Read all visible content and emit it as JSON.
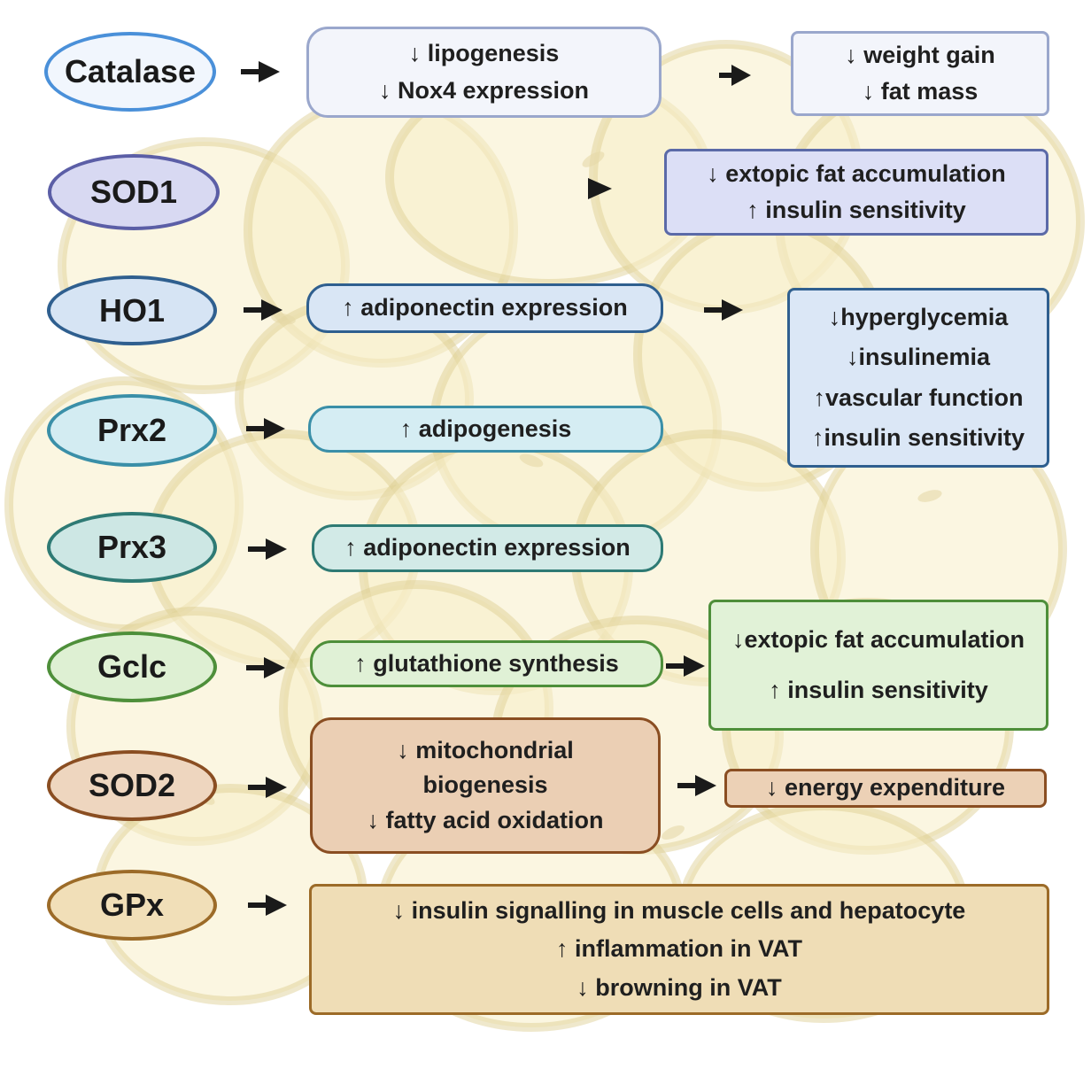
{
  "colors": {
    "catalase": "#4a90d9",
    "sod1": "#5b5ea6",
    "ho1": "#2f5f8f",
    "prx2": "#3a8fa8",
    "prx3": "#2e7a74",
    "gclc": "#4e8f3a",
    "sod2": "#8a4e22",
    "gpx": "#9c6b28",
    "cell_fill": "#f7efc8",
    "cell_stroke": "#dccb8e"
  },
  "rows": [
    {
      "enzyme": "Catalase",
      "effect": [
        "↓ lipogenesis",
        "↓ Nox4 expression"
      ],
      "outcome": [
        "↓ weight gain",
        "↓ fat mass"
      ]
    },
    {
      "enzyme": "SOD1",
      "outcome": [
        "↓ extopic fat accumulation",
        "↑ insulin sensitivity"
      ]
    },
    {
      "enzyme": "HO1",
      "effect": [
        "↑ adiponectin expression"
      ],
      "outcome": [
        "↓hyperglycemia",
        "↓insulinemia",
        "↑vascular function",
        "↑insulin sensitivity"
      ]
    },
    {
      "enzyme": "Prx2",
      "effect": [
        "↑ adipogenesis"
      ]
    },
    {
      "enzyme": "Prx3",
      "effect": [
        "↑ adiponectin expression"
      ]
    },
    {
      "enzyme": "Gclc",
      "effect": [
        "↑ glutathione synthesis"
      ],
      "outcome": [
        "↓extopic fat accumulation",
        "↑ insulin sensitivity"
      ]
    },
    {
      "enzyme": "SOD2",
      "effect": [
        "↓ mitochondrial",
        "biogenesis",
        "↓ fatty acid oxidation"
      ],
      "outcome": [
        "↓ energy expenditure"
      ]
    },
    {
      "enzyme": "GPx",
      "effect": [
        "↓ insulin signalling in muscle cells and hepatocyte",
        "↑ inflammation in VAT",
        "↓ browning in VAT"
      ]
    }
  ]
}
